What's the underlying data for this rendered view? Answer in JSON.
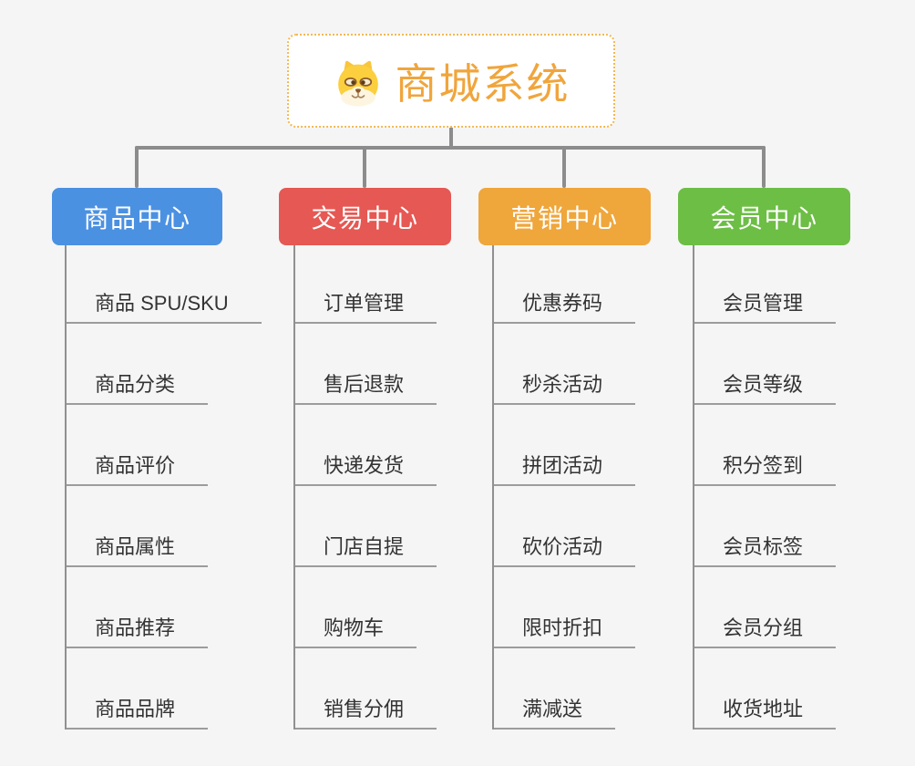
{
  "canvas": {
    "background": "#f5f5f6",
    "connector_color": "#8c8c8c"
  },
  "root": {
    "title": "商城系统",
    "title_color": "#f0a53c",
    "border_color": "#f2b851",
    "icon": "dog-face"
  },
  "branches": [
    {
      "id": "product-center",
      "label": "商品中心",
      "color": "#4b91e2",
      "items": [
        "商品 SPU/SKU",
        "商品分类",
        "商品评价",
        "商品属性",
        "商品推荐",
        "商品品牌"
      ]
    },
    {
      "id": "trade-center",
      "label": "交易中心",
      "color": "#e65853",
      "items": [
        "订单管理",
        "售后退款",
        "快递发货",
        "门店自提",
        "购物车",
        "销售分佣"
      ]
    },
    {
      "id": "marketing-center",
      "label": "营销中心",
      "color": "#efa63b",
      "items": [
        "优惠券码",
        "秒杀活动",
        "拼团活动",
        "砍价活动",
        "限时折扣",
        "满减送"
      ]
    },
    {
      "id": "member-center",
      "label": "会员中心",
      "color": "#6dbe45",
      "items": [
        "会员管理",
        "会员等级",
        "积分签到",
        "会员标签",
        "会员分组",
        "收货地址"
      ]
    }
  ]
}
